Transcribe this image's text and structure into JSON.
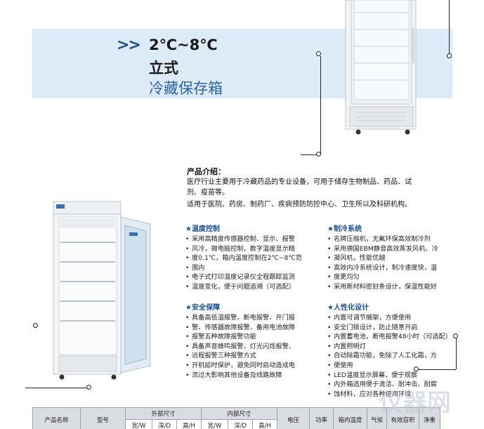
{
  "banner": {
    "chevrons": ">>",
    "temperature_range": "2℃~8℃",
    "form": "立式",
    "product_type": "冷藏保存箱"
  },
  "intro": {
    "title": "产品介绍：",
    "line1": "医疗行业主要用于冷藏药品的专业设备，可用于储存生物制品、药品、试",
    "line2": "剂、疫苗等。",
    "line3": "适用于医院、药房、制药厂、疾病预防防控中心、卫生所以及科研机构。"
  },
  "sections": {
    "temp_control": {
      "title": "★温度控制",
      "items": [
        "采用高精度传感器控制、显示、报警",
        "风冷，微电脑控制，数字温度显示精",
        "度0.1℃，箱内温度控制在2℃~8℃范",
        "围内",
        "电子式打印温度记录仪全程跟踪监测",
        "温度变化，便于问题追溯（可选配）"
      ]
    },
    "refrigeration": {
      "title": "★制冷系统",
      "items": [
        "名牌压缩机，无氟环保高效制冷剂",
        "采用德国EBM静音高效蒸发风机、冷",
        "凝风机，性能优越",
        "高效内冷系统设计，制冷速度快，温",
        "度更均匀",
        "采用新材料密封条设计，保温性能好"
      ]
    },
    "safety": {
      "title": "★安全保障",
      "items": [
        "具备高低温报警、断电报警、开门报",
        "警、传感器故障报警、备用电池故障",
        "报警五种故障报警功能",
        "具备声音蜂鸣报警、灯光闪烁报警、",
        "远程报警三种报警方式",
        "开机延时保护，避免同时启动造成电",
        "流过大影响其他设备及线路故障"
      ]
    },
    "humanized": {
      "title": "★人性化设计",
      "items": [
        "内置可调节搁架，方便使用",
        "安全门锁设计，防止随意开启",
        "内置蓄电池，断电报警48小时（可选配）",
        "内置照明灯",
        "自动除霜功能，免除了人工化霜，方",
        "便使用",
        "LED温度显示屏幕，便于观察",
        "内外箱选用便于清洁、耐冲击、耐腐",
        "蚀材料，应对各种使用环境"
      ]
    }
  },
  "table": {
    "col_product_name": "产品名称",
    "col_model": "型号",
    "col_external_size": "外部尺寸",
    "col_internal_size": "内部尺寸",
    "col_voltage": "电压",
    "col_power": "功率",
    "col_inner_temp": "箱内温度",
    "col_climate": "气候",
    "col_volume": "有效容积",
    "col_net_weight": "净重",
    "sub_width": "宽/W",
    "sub_depth": "深/D",
    "sub_height": "高/H"
  },
  "watermark": "仪器网",
  "colors": {
    "banner_bg": "#dcebf7",
    "accent_blue": "#1a4f93",
    "subtitle_blue": "#2a64a8"
  }
}
